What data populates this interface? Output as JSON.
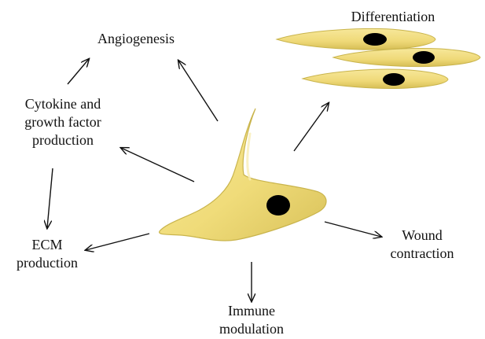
{
  "labels": {
    "angiogenesis": [
      "Angiogenesis"
    ],
    "differentiation": [
      "Differentiation"
    ],
    "cytokine": [
      "Cytokine and",
      "growth factor",
      "production"
    ],
    "ecm": [
      "ECM",
      "production"
    ],
    "wound": [
      "Wound",
      "contraction"
    ],
    "immune": [
      "Immune",
      "modulation"
    ]
  },
  "colors": {
    "cell_fill": "#F0DC7A",
    "cell_stroke": "#C9B44C",
    "nucleus": "#000000",
    "arrow": "#111111"
  }
}
